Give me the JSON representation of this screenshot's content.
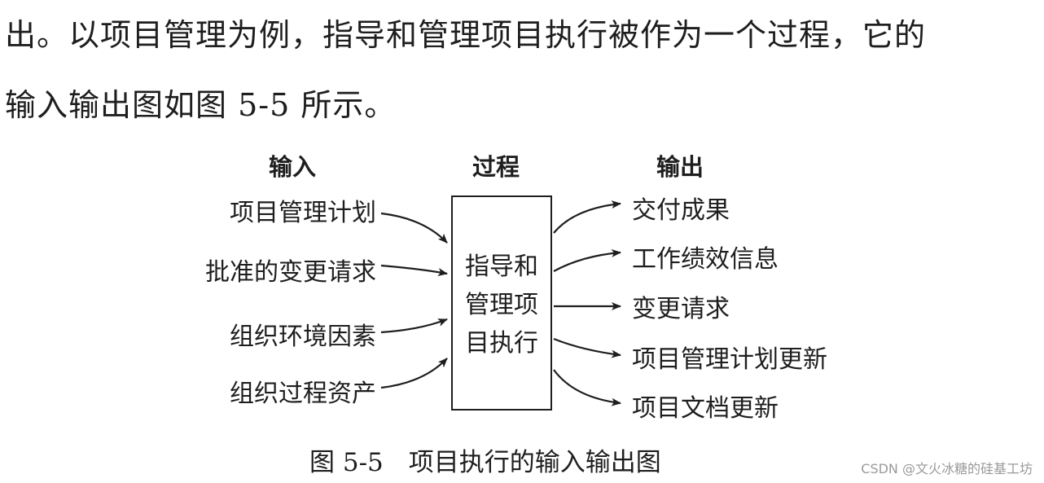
{
  "paragraph": {
    "line1": "出。以项目管理为例，指导和管理项目执行被作为一个过程，它的",
    "line2": "输入输出图如图 5-5 所示。"
  },
  "diagram": {
    "headers": {
      "input": "输入",
      "process": "过程",
      "output": "输出"
    },
    "inputs": [
      "项目管理计划",
      "批准的变更请求",
      "组织环境因素",
      "组织过程资产"
    ],
    "process_lines": [
      "指导和",
      "管理项",
      "目执行"
    ],
    "outputs": [
      "交付成果",
      "工作绩效信息",
      "变更请求",
      "项目管理计划更新",
      "项目文档更新"
    ]
  },
  "caption": "图 5-5　项目执行的输入输出图",
  "watermark": "CSDN @文火冰糖的硅基工坊"
}
